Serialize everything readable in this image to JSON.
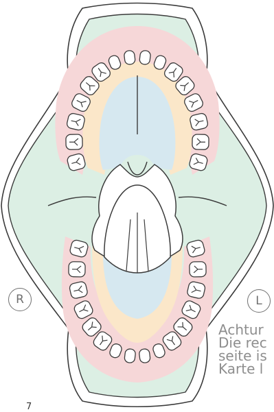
{
  "labels": {
    "right_side": "R",
    "left_side": "L"
  },
  "note": {
    "line1": "Achtur",
    "line2": "Die rec",
    "line3": "seite is",
    "line4": "Karte l"
  },
  "page_number": "7",
  "colors": {
    "outline": "#3a3a3a",
    "cheek_zone": "#dcefe4",
    "gum_zone": "#f6d7d8",
    "inner_gum_zone": "#fbe7c9",
    "palate_zone": "#d6e8f0",
    "tooth_fill": "#ffffff",
    "label_grey": "#8e8e8e"
  },
  "teeth": {
    "upper_count": 16,
    "lower_count": 16
  }
}
